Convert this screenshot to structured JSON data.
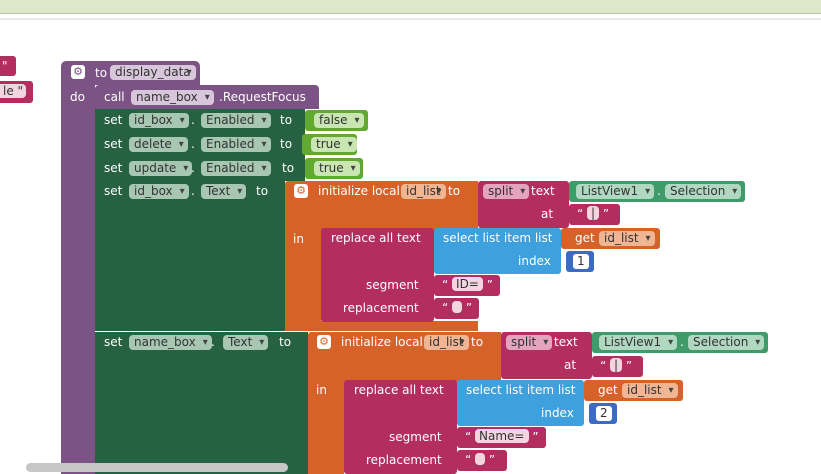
{
  "left_blocks": {
    "string_tail": "\"",
    "text_tail": "le \""
  },
  "procedure": {
    "to_label": "to",
    "name": "display_data",
    "do_label": "do"
  },
  "call_block": {
    "call_label": "call",
    "component": "name_box",
    "method": ".RequestFocus"
  },
  "set_rows": [
    {
      "set_label": "set",
      "component": "id_box",
      "property": "Enabled",
      "to_label": "to",
      "value": "false"
    },
    {
      "set_label": "set",
      "component": "delete",
      "property": "Enabled",
      "to_label": "to",
      "value": "true"
    },
    {
      "set_label": "set",
      "component": "update",
      "property": "Enabled",
      "to_label": "to",
      "value": "true"
    }
  ],
  "text_blocks": [
    {
      "set_label": "set",
      "component": "id_box",
      "property": "Text",
      "to_label": "to",
      "init_label": "initialize local",
      "var": "id_list",
      "init_to": "to",
      "split_label": "split",
      "text_label": "text",
      "listview": "ListView1",
      "selection": "Selection",
      "at_label": "at",
      "at_value": "|",
      "in_label": "in",
      "replace_label": "replace all text",
      "select_label": "select list item  list",
      "get_label": "get",
      "get_var": "id_list",
      "index_label": "index",
      "index_value": "1",
      "segment_label": "segment",
      "segment_value": "ID=",
      "replacement_label": "replacement"
    },
    {
      "set_label": "set",
      "component": "name_box",
      "property": "Text",
      "to_label": "to",
      "init_label": "initialize local",
      "var": "id_list",
      "init_to": "to",
      "split_label": "split",
      "text_label": "text",
      "listview": "ListView1",
      "selection": "Selection",
      "at_label": "at",
      "at_value": "|",
      "in_label": "in",
      "replace_label": "replace all text",
      "select_label": "select list item  list",
      "get_label": "get",
      "get_var": "id_list",
      "index_label": "index",
      "index_value": "2",
      "segment_label": "segment",
      "segment_value": "Name=",
      "replacement_label": "replacement"
    }
  ],
  "colors": {
    "procedure": "#7c5385",
    "setter": "#266141",
    "logic": "#63a833",
    "variable": "#d6622a",
    "text": "#b32d5e",
    "list": "#3ea0dc",
    "math": "#3a6dc2"
  }
}
